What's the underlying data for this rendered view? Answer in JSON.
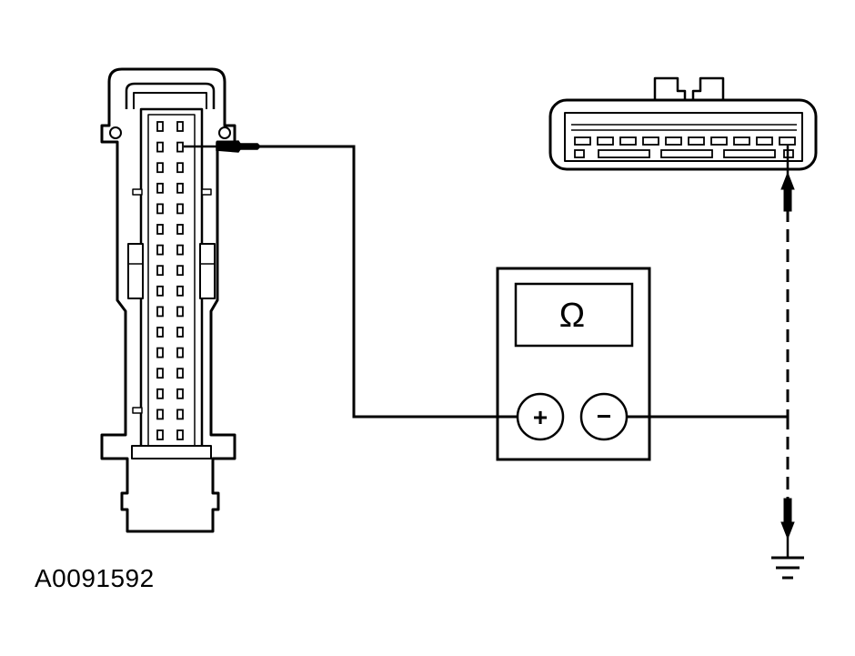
{
  "diagram": {
    "figure_id": "A0091592",
    "meter": {
      "display_symbol": "Ω",
      "positive_terminal": "+",
      "negative_terminal": "−"
    },
    "left_connector": {
      "pin_rows": 16,
      "pin_columns": 2
    },
    "right_connector": {
      "top_row_pins": 10
    }
  }
}
